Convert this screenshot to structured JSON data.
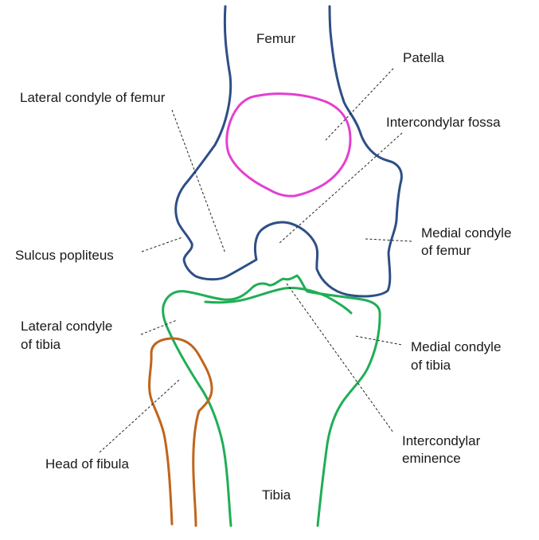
{
  "labels": {
    "femur": "Femur",
    "patella": "Patella",
    "lateral_condyle_femur": "Lateral condyle of femur",
    "intercondylar_fossa": "Intercondylar fossa",
    "sulcus_popliteus": "Sulcus popliteus",
    "medial_condyle_femur_1": "Medial condyle",
    "medial_condyle_femur_2": "of femur",
    "lateral_condyle_tibia_1": "Lateral condyle",
    "lateral_condyle_tibia_2": "of tibia",
    "medial_condyle_tibia_1": "Medial condyle",
    "medial_condyle_tibia_2": "of tibia",
    "intercondylar_eminence_1": "Intercondylar",
    "intercondylar_eminence_2": "eminence",
    "head_of_fibula": "Head of fibula",
    "tibia": "Tibia"
  },
  "colors": {
    "femur": "#2e4f86",
    "patella": "#e43fd0",
    "tibia": "#1fae55",
    "fibula": "#c0651b",
    "text": "#1a1a1a"
  }
}
